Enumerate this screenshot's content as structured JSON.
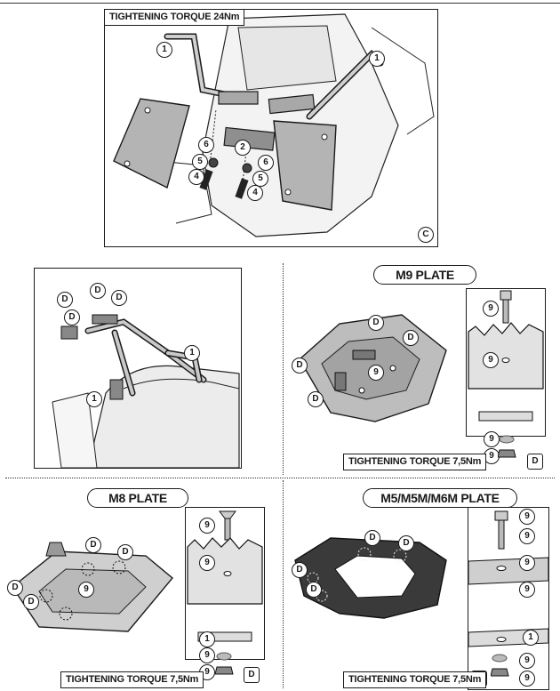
{
  "top_panel": {
    "torque_label": "TIGHTENING TORQUE 24Nm",
    "corner_badge": "C",
    "callouts": [
      "1",
      "1",
      "2",
      "6",
      "6",
      "5",
      "5",
      "4",
      "4"
    ]
  },
  "mid_left_panel": {
    "callouts": [
      "D",
      "D",
      "D",
      "D",
      "1",
      "1"
    ]
  },
  "m9": {
    "title": "M9 PLATE",
    "torque_label": "TIGHTENING TORQUE 7,5Nm",
    "callouts": [
      "D",
      "D",
      "D",
      "D",
      "9",
      "9",
      "9",
      "9",
      "9",
      "D"
    ]
  },
  "m8": {
    "title": "M8 PLATE",
    "torque_label": "TIGHTENING TORQUE 7,5Nm",
    "callouts": [
      "D",
      "D",
      "D",
      "D",
      "9",
      "9",
      "9",
      "1",
      "9",
      "9",
      "D"
    ]
  },
  "m5": {
    "title": "M5/M5M/M6M PLATE",
    "torque_label": "TIGHTENING TORQUE 7,5Nm",
    "callouts": [
      "D",
      "D",
      "D",
      "D",
      "9",
      "9",
      "9",
      "9",
      "1",
      "9",
      "9",
      "D"
    ]
  }
}
